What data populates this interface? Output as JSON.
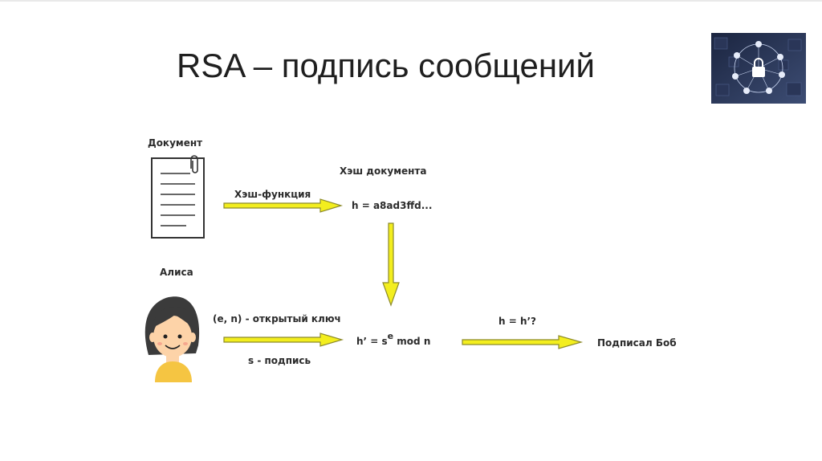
{
  "slide": {
    "title": "RSA – подпись сообщений"
  },
  "diagram": {
    "document_label": "Документ",
    "hash_function_label": "Хэш-функция",
    "document_hash_label": "Хэш документа",
    "hash_value": "h = a8ad3ffd...",
    "alice_label": "Алиса",
    "public_key_label": "(e, n) - открытый ключ",
    "signature_label": "s - подпись",
    "verify_formula_left": "h’ = s",
    "verify_formula_exp": "e",
    "verify_formula_right": " mod n",
    "compare_label": "h = h’?",
    "result_label": "Подписал Боб"
  },
  "colors": {
    "arrow_fill": "#f3ee1e",
    "arrow_stroke": "#8c8a2a",
    "hair": "#3b3b3b",
    "skin": "#fdd3a8",
    "shirt": "#f5c542"
  },
  "icons": {
    "document": "document-icon",
    "person": "alice-avatar",
    "corner": "security-network-icon"
  }
}
